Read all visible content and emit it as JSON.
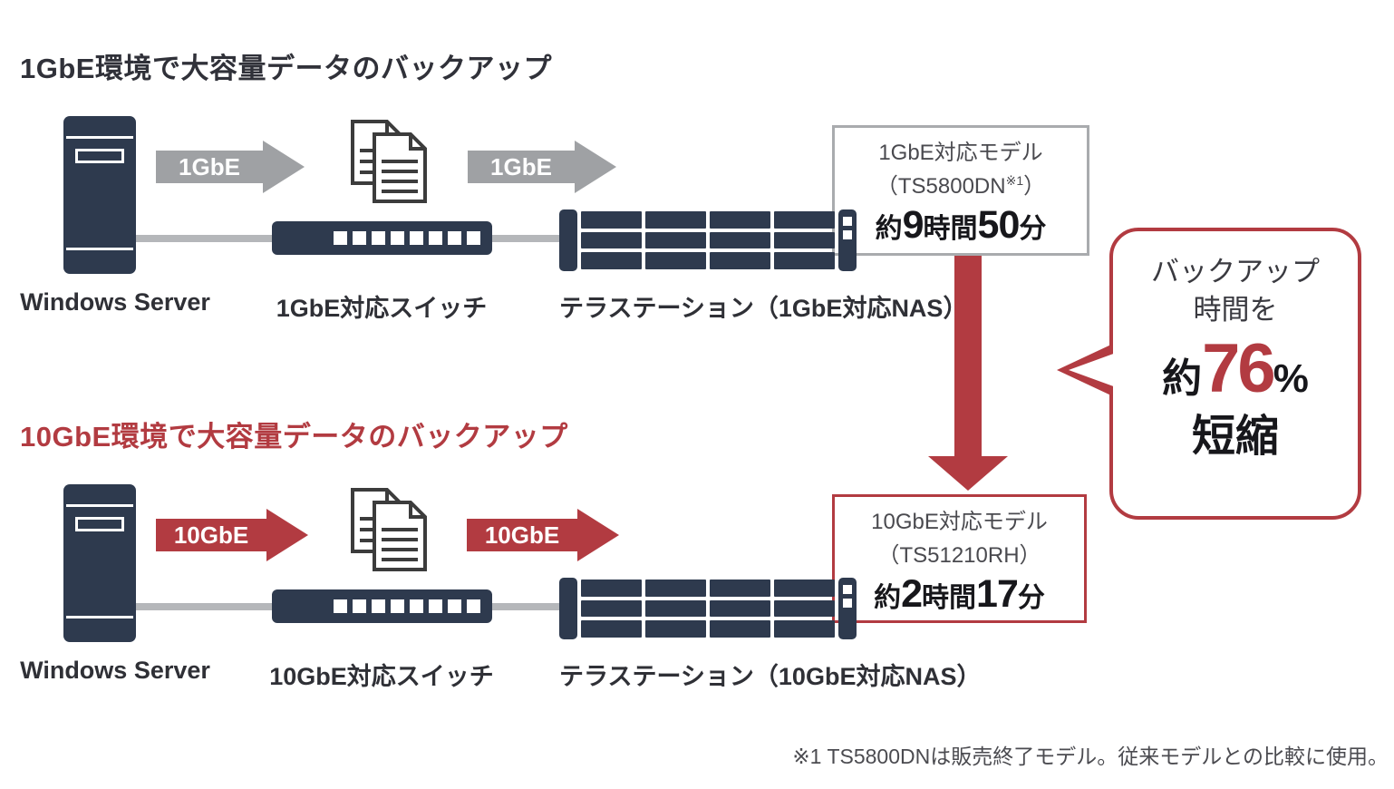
{
  "colors": {
    "navy": "#2e3a4e",
    "red": "#b23b41",
    "gray-arrow": "#9fa1a4",
    "connector-line": "#b5b7ba",
    "box-border-gray": "#a9abae",
    "heading-dark": "#303139",
    "ink": "#17171b"
  },
  "section_1gbe": {
    "heading": "1GbE環境で大容量データのバックアップ",
    "server_label": "Windows Server",
    "arrow1_label": "1GbE",
    "arrow2_label": "1GbE",
    "switch_label": "1GbE対応スイッチ",
    "nas_label": "テラステーション（1GbE対応NAS）",
    "result_box": {
      "model_line1": "1GbE対応モデル",
      "model_open": "（TS5800DN",
      "model_note": "※1",
      "model_close": "）",
      "time_prefix": "約",
      "time_hours": "9",
      "time_hours_unit": "時間",
      "time_minutes": "50",
      "time_minutes_unit": "分"
    }
  },
  "section_10gbe": {
    "heading": "10GbE環境で大容量データのバックアップ",
    "server_label": "Windows Server",
    "arrow1_label": "10GbE",
    "arrow2_label": "10GbE",
    "switch_label": "10GbE対応スイッチ",
    "nas_label": "テラステーション（10GbE対応NAS）",
    "result_box": {
      "model_line1": "10GbE対応モデル",
      "model_open": "（TS51210RH",
      "model_note": "",
      "model_close": "）",
      "time_prefix": "約",
      "time_hours": "2",
      "time_hours_unit": "時間",
      "time_minutes": "17",
      "time_minutes_unit": "分"
    }
  },
  "callout": {
    "line1": "バックアップ",
    "line2": "時間を",
    "big_prefix": "約",
    "big_value": "76",
    "big_unit": "%",
    "big_suffix": "短縮"
  },
  "footnote": "※1 TS5800DNは販売終了モデル。従来モデルとの比較に使用。"
}
